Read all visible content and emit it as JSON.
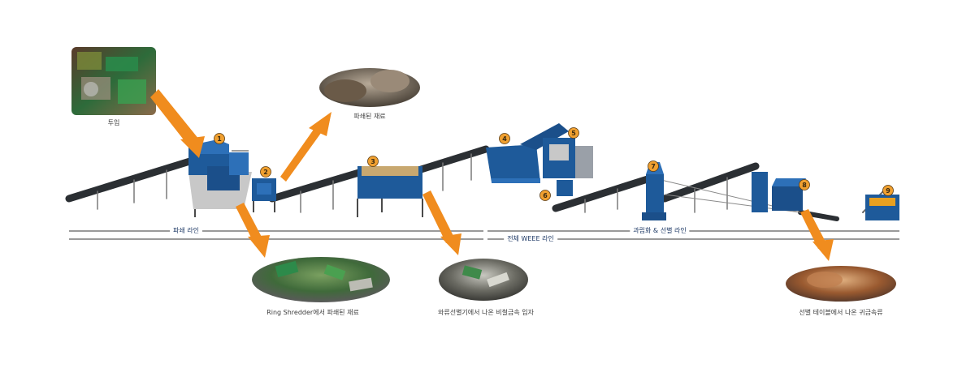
{
  "labels": {
    "input": "투입",
    "shredded": "파쇄된 재료",
    "ring_shredder": "Ring Shredder에서 파쇄된 재료",
    "eddy_current": "와류선별기에서 나온 비철금속 입자",
    "sorting_table": "선별 테이블에서 나온 귀금속류"
  },
  "sections": {
    "shredding_line": "파쇄 라인",
    "weee_line": "전체 WEEE 라인",
    "granulation_line": "과립화 & 선별 라인"
  },
  "steps": [
    "1",
    "2",
    "3",
    "4",
    "5",
    "6",
    "7",
    "8",
    "9"
  ],
  "colors": {
    "machine_blue": "#1e5a9a",
    "conveyor": "#2b2f33",
    "arrow_orange": "#f08c1e",
    "badge_orange": "#f0a030",
    "section_text": "#1f3a66",
    "rule_gray": "#9a9a9a"
  }
}
